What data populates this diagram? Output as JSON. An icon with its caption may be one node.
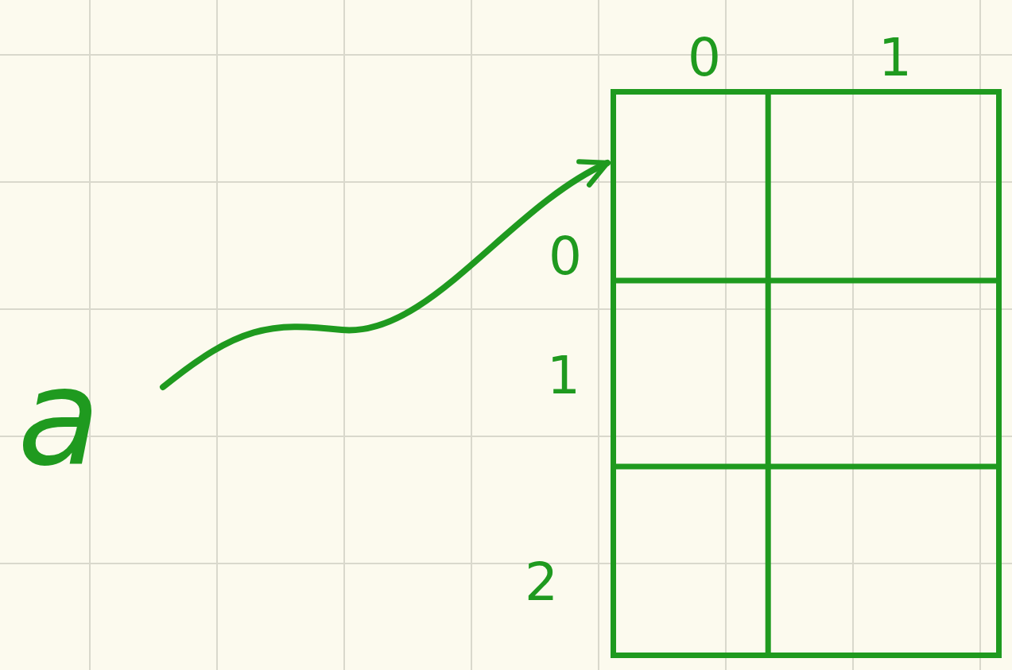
{
  "diagram": {
    "nodes": [
      {
        "text": [
          "a"
        ]
      },
      {
        "text": [],
        "shape": "box"
      }
    ],
    "edges": [
      {
        "from": 0,
        "to": 1,
        "arrow": "to"
      }
    ],
    "labels": [
      "0",
      "1",
      "0",
      "1",
      "2"
    ]
  }
}
